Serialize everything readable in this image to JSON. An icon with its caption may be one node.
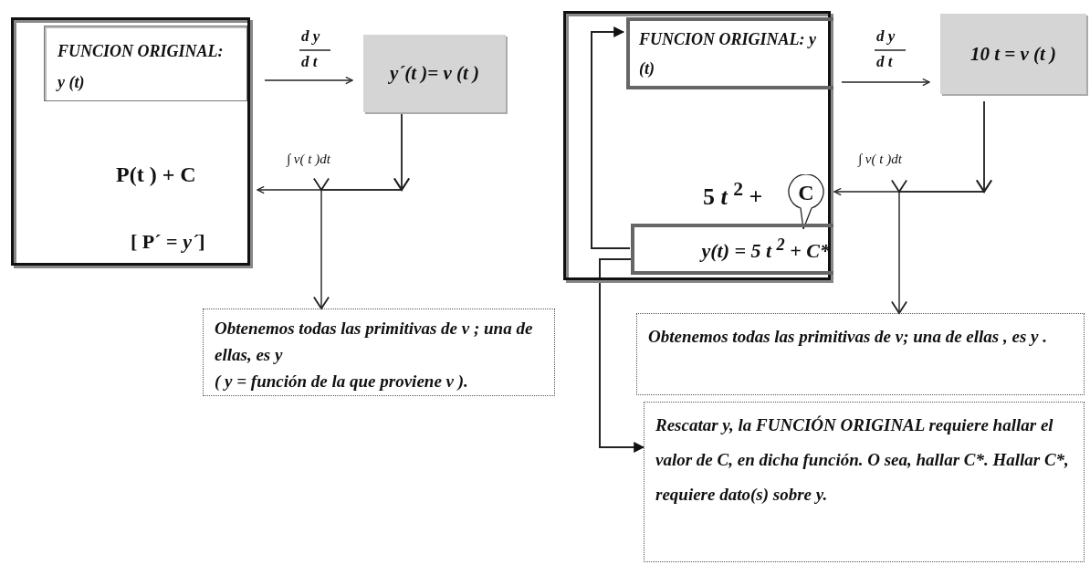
{
  "diagram": {
    "nodes": [
      {
        "text": [
          "P(t ) + C",
          "[ P´ = *y´*]"
        ]
      },
      {
        "text": [
          "FUNCION ORIGINAL: y (t)"
        ],
        "in": 0
      },
      {
        "text": [
          "y´(t )= v (t )"
        ]
      },
      {
        "text": [
          "Obtenemos todas las primitivas de v ; una de ellas, es y",
          "( y = función de la que proviene v )."
        ]
      },
      {
        "text": [
          "5 *t* $^{2}$ +"
        ]
      },
      {
        "text": [
          "FUNCION ORIGINAL: y (t)"
        ],
        "in": 4
      },
      {
        "text": [
          "C"
        ],
        "in": 4
      },
      {
        "text": [
          "y(t) = 5 t $^{2}$ + C*"
        ],
        "in": 4
      },
      {
        "text": [
          "10 t = v (t )"
        ]
      },
      {
        "text": [
          "Obtenemos todas las primitivas de v; una de ellas , es y ."
        ]
      },
      {
        "text": [
          "Rescatar y, la FUNCIÓN ORIGINAL requiere hallar el valor de C, en dicha función. O sea, hallar C*. Hallar C*, requiere dato(s) sobre y."
        ]
      }
    ],
    "edges": [
      {
        "from": 1,
        "to": 2,
        "arrow": "to"
      },
      {
        "from": 2,
        "to": 0,
        "arrow": "to",
        "label": "∫ v( t )dt"
      },
      {
        "from": 2,
        "to": 3,
        "arrow": "to"
      },
      {
        "from": 5,
        "to": 8,
        "arrow": "to"
      },
      {
        "from": 8,
        "to": 4,
        "arrow": "to",
        "label": "∫ v( t )dt"
      },
      {
        "from": 8,
        "to": 9,
        "arrow": "to"
      },
      {
        "from": 7,
        "to": 5,
        "arrow": "to"
      },
      {
        "from": 7,
        "to": 10,
        "arrow": "to"
      }
    ],
    "labels": [
      "d y",
      "d t",
      "d y",
      "d t"
    ]
  }
}
